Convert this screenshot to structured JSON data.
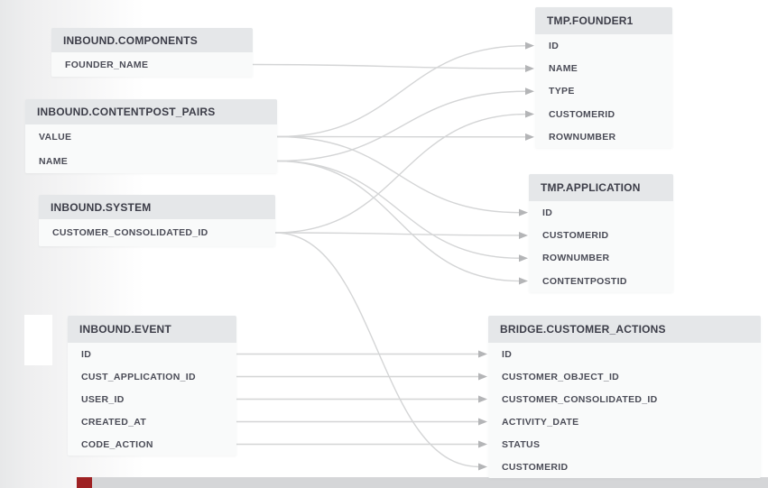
{
  "diagram": {
    "tables": [
      {
        "id": "inbound_components",
        "name": "INBOUND.COMPONENTS",
        "fields": [
          "FOUNDER_NAME"
        ]
      },
      {
        "id": "inbound_contentpost_pairs",
        "name": "INBOUND.CONTENTPOST_PAIRS",
        "fields": [
          "VALUE",
          "NAME"
        ]
      },
      {
        "id": "inbound_system",
        "name": "INBOUND.SYSTEM",
        "fields": [
          "CUSTOMER_CONSOLIDATED_ID"
        ]
      },
      {
        "id": "inbound_event",
        "name": "INBOUND.EVENT",
        "fields": [
          "ID",
          "CUST_APPLICATION_ID",
          "USER_ID",
          "CREATED_AT",
          "CODE_ACTION"
        ]
      },
      {
        "id": "tmp_founder1",
        "name": "TMP.FOUNDER1",
        "fields": [
          "ID",
          "NAME",
          "TYPE",
          "CUSTOMERID",
          "ROWNUMBER"
        ]
      },
      {
        "id": "tmp_application",
        "name": "TMP.APPLICATION",
        "fields": [
          "ID",
          "CUSTOMERID",
          "ROWNUMBER",
          "CONTENTPOSTID"
        ]
      },
      {
        "id": "bridge_customer_actions",
        "name": "BRIDGE.CUSTOMER_ACTIONS",
        "fields": [
          "ID",
          "CUSTOMER_OBJECT_ID",
          "CUSTOMER_CONSOLIDATED_ID",
          "ACTIVITY_DATE",
          "STATUS",
          "CUSTOMERID"
        ]
      }
    ],
    "connections": [
      {
        "from": "inbound_components.FOUNDER_NAME",
        "to": "tmp_founder1.NAME"
      },
      {
        "from": "inbound_contentpost_pairs.VALUE",
        "to": "tmp_founder1.ID"
      },
      {
        "from": "inbound_contentpost_pairs.VALUE",
        "to": "tmp_founder1.ROWNUMBER"
      },
      {
        "from": "inbound_contentpost_pairs.VALUE",
        "to": "tmp_application.ID"
      },
      {
        "from": "inbound_contentpost_pairs.NAME",
        "to": "tmp_founder1.TYPE"
      },
      {
        "from": "inbound_contentpost_pairs.NAME",
        "to": "tmp_application.ROWNUMBER"
      },
      {
        "from": "inbound_contentpost_pairs.NAME",
        "to": "tmp_application.CONTENTPOSTID"
      },
      {
        "from": "inbound_system.CUSTOMER_CONSOLIDATED_ID",
        "to": "tmp_founder1.CUSTOMERID"
      },
      {
        "from": "inbound_system.CUSTOMER_CONSOLIDATED_ID",
        "to": "tmp_application.CUSTOMERID"
      },
      {
        "from": "inbound_system.CUSTOMER_CONSOLIDATED_ID",
        "to": "bridge_customer_actions.CUSTOMERID"
      },
      {
        "from": "inbound_event.ID",
        "to": "bridge_customer_actions.ID"
      },
      {
        "from": "inbound_event.CUST_APPLICATION_ID",
        "to": "bridge_customer_actions.CUSTOMER_OBJECT_ID"
      },
      {
        "from": "inbound_event.USER_ID",
        "to": "bridge_customer_actions.CUSTOMER_CONSOLIDATED_ID"
      },
      {
        "from": "inbound_event.CREATED_AT",
        "to": "bridge_customer_actions.ACTIVITY_DATE"
      },
      {
        "from": "inbound_event.CODE_ACTION",
        "to": "bridge_customer_actions.STATUS"
      }
    ],
    "colors": {
      "header_bg": "#e5e7e9",
      "header_text": "#3c3d48",
      "field_text": "#4b4c57",
      "table_body_bg": "#f9fafa",
      "connector": "#d4d5d6",
      "arrow": "#b4b5b7",
      "bottom_bar": "#d5d6d8",
      "bottom_bar_accent": "#9e2123"
    }
  }
}
